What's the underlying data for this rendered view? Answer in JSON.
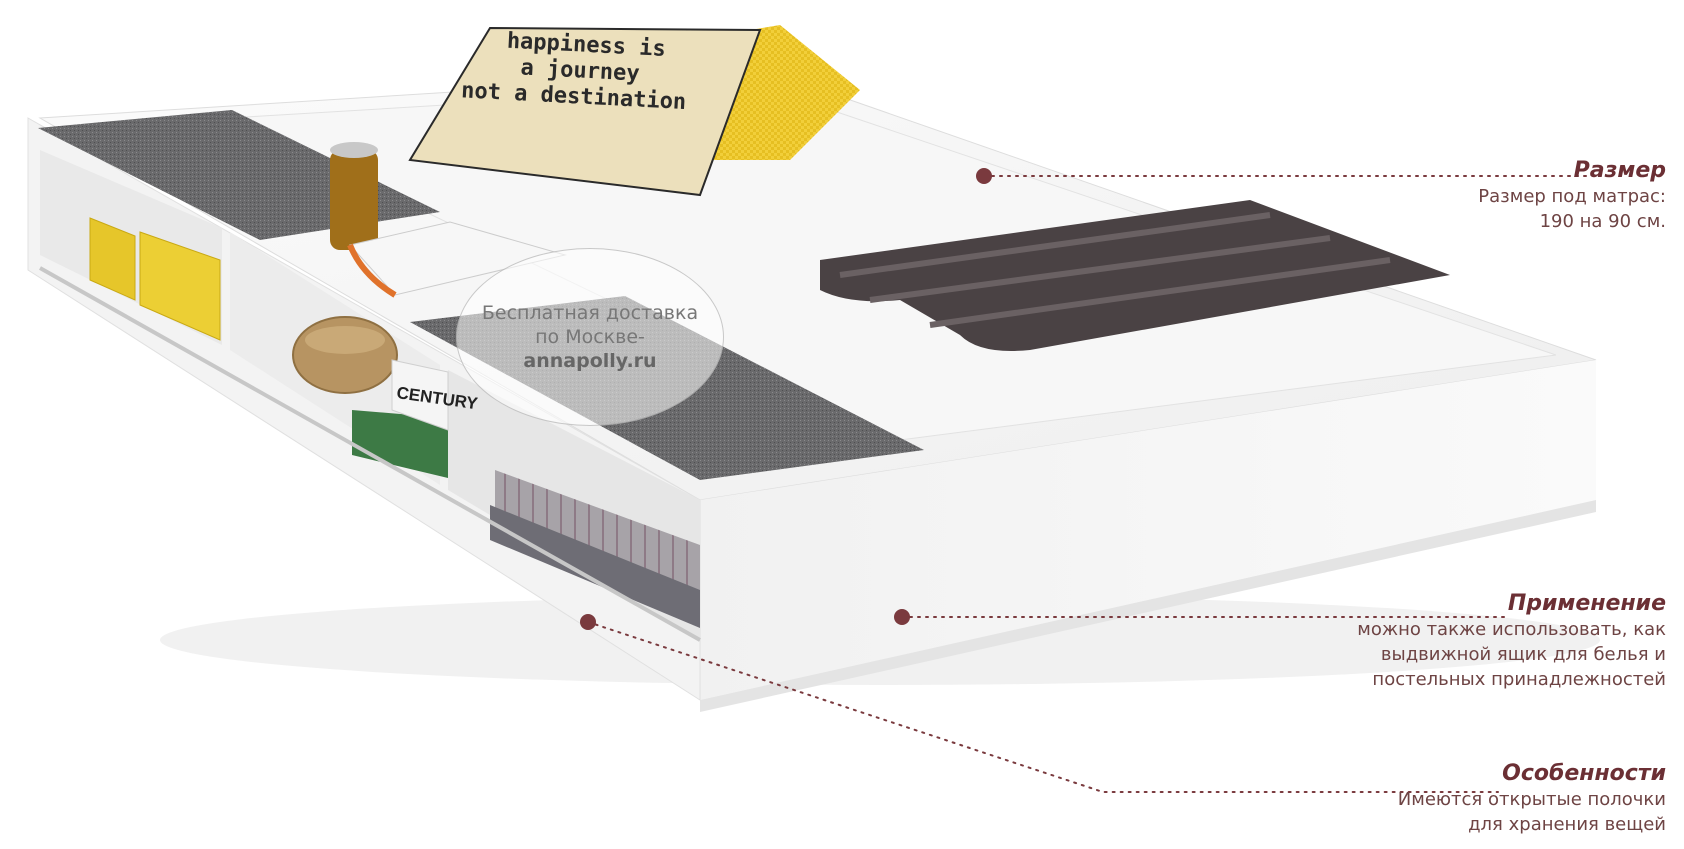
{
  "pillow_text": {
    "line1": "happiness is",
    "line2": "a journey",
    "line3": "not a destination"
  },
  "book_spine": "CENTURY",
  "watermark": {
    "line1": "Бесплатная доставка",
    "line2": "по Москве-",
    "site": "annapolly.ru"
  },
  "callouts": {
    "size": {
      "title": "Размер",
      "desc": "Размер под матрас:\n190 на 90 см."
    },
    "usage": {
      "title": "Применение",
      "desc": "можно также использовать, как\nвыдвижной ящик для белья и\nпостельных принадлежностей"
    },
    "features": {
      "title": "Особенности",
      "desc": "Имеются открытые полочки\nдля хранения вещей"
    }
  },
  "colors": {
    "accent": "#6b2f34",
    "dot": "#7a3a3e",
    "pillow_yellow": "#f2cf3a",
    "box_yellow": "#e6c62a",
    "throw_dark": "#4a4244",
    "pad_gray": "#6a6a6c"
  }
}
